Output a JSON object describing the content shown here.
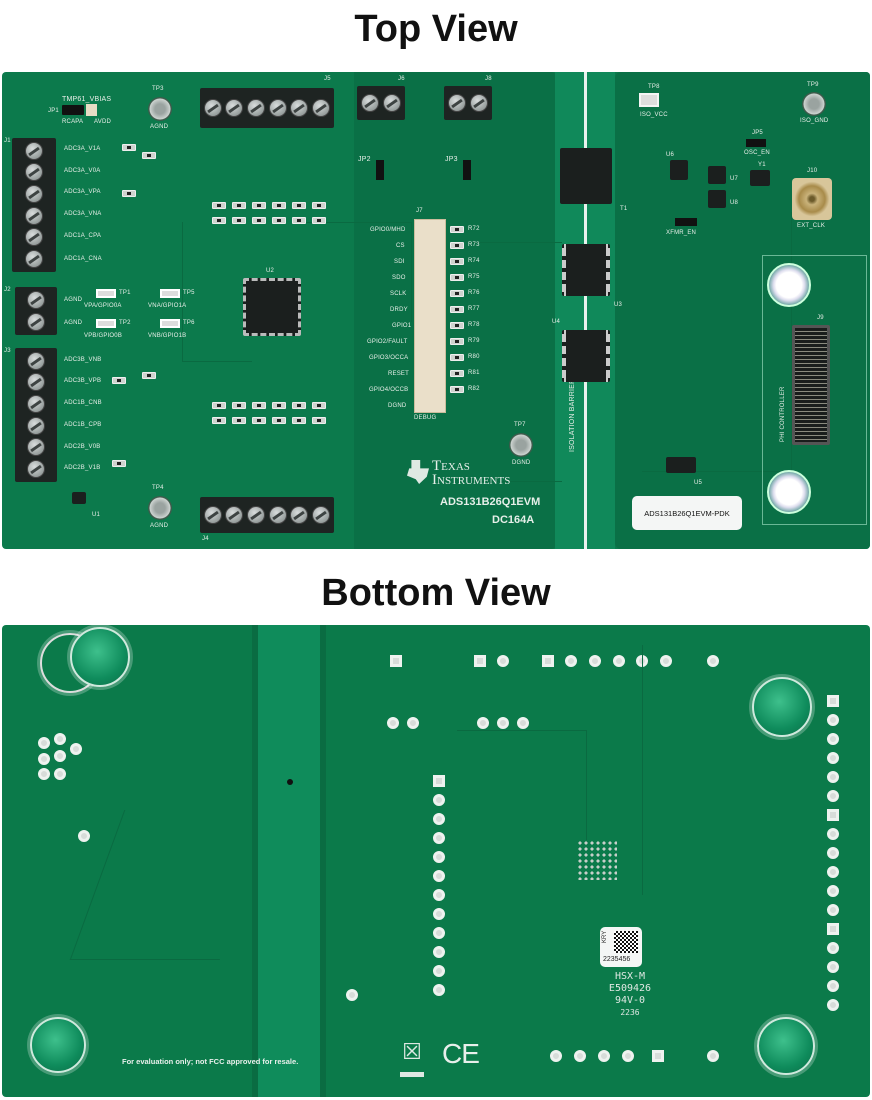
{
  "titles": {
    "top": "Top View",
    "bottom": "Bottom View"
  },
  "top_board": {
    "logo": {
      "line1": "Texas",
      "line2": "Instruments"
    },
    "board_name": "ADS131B26Q1EVM",
    "board_rev": "DC164A",
    "sticker": "ADS131B26Q1EVM-PDK",
    "isolation_barrier": "ISOLATION BARRIER",
    "phi_controller": "PHI CONTROLLER",
    "connectors": {
      "j1": "J1",
      "j2": "J2",
      "j3": "J3",
      "j4": "J4",
      "j5": "J5",
      "j6": "J6",
      "j7": "J7",
      "j8": "J8",
      "j9": "J9",
      "j10": "J10"
    },
    "j1_labels": [
      "ADC3A_V1A",
      "ADC3A_V0A",
      "ADC3A_VPA",
      "ADC3A_VNA",
      "ADC1A_CPA",
      "ADC1A_CNA"
    ],
    "j2_labels": [
      "AGND",
      "AGND"
    ],
    "j3_labels": [
      "ADC3B_VNB",
      "ADC3B_VPB",
      "ADC1B_CNB",
      "ADC1B_CPB",
      "ADC2B_V0B",
      "ADC2B_V1B"
    ],
    "j7_labels": [
      "GPIO0/MHD",
      "CS",
      "SDI",
      "SDO",
      "SCLK",
      "DRDY",
      "GPIO1",
      "GPIO2/FAULT",
      "GPIO3/OCCA",
      "RESET",
      "GPIO4/OCCB",
      "DGND"
    ],
    "j7_name": "DEBUG",
    "j7_resistors": [
      "R72",
      "R73",
      "R74",
      "R75",
      "R76",
      "R77",
      "R78",
      "R79",
      "R80",
      "R81",
      "R82"
    ],
    "test_points": [
      {
        "id": "TP1",
        "label": "VPA/GPIO0A"
      },
      {
        "id": "TP2",
        "label": "VPB/GPIO0B"
      },
      {
        "id": "TP5",
        "label": "VNA/GPIO1A"
      },
      {
        "id": "TP6",
        "label": "VNB/GPIO1B"
      },
      {
        "id": "TP3",
        "label": "AGND"
      },
      {
        "id": "TP4",
        "label": "AGND"
      },
      {
        "id": "TP7",
        "label": "DGND"
      },
      {
        "id": "TP8",
        "label": "ISO_VCC"
      },
      {
        "id": "TP9",
        "label": "ISO_GND"
      }
    ],
    "jumpers": {
      "jp1": "JP1",
      "jp1_title": "TMP61_VBIAS",
      "jp1_a": "RCAPA",
      "jp1_b": "AVDD",
      "jp2": "JP2",
      "jp3": "JP3",
      "jp5": "JP5",
      "jp5_label": "OSC_EN",
      "xfmr": "XFMR_EN"
    },
    "parts": {
      "u1": "U1",
      "u2": "U2",
      "u3": "U3",
      "u4": "U4",
      "u5": "U5",
      "u6": "U6",
      "u7": "U7",
      "u8": "U8",
      "t1": "T1",
      "y1": "Y1"
    },
    "j10_label": "EXT_CLK"
  },
  "bottom_board": {
    "disclaimer": "For evaluation only; not FCC approved for resale.",
    "marking": {
      "barcode_text": "2235456",
      "barcode_code": "KRY",
      "line1": "HSX-M",
      "line2": "E509426",
      "line3": "94V-0",
      "line4": "2236"
    },
    "ce_mark": "CE"
  }
}
